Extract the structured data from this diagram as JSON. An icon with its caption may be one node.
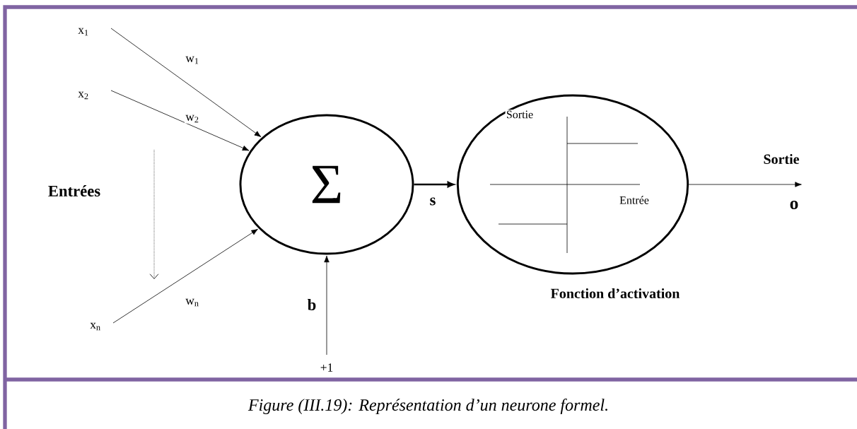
{
  "diagram": {
    "caption": "Figure (III.19): Représentation d’un neurone formel.",
    "nodes": [
      {
        "text": [
          "x$_{1}$"
        ]
      },
      {
        "text": [
          "x$_{2}$"
        ]
      },
      {
        "text": [
          "x$_{n}$"
        ]
      },
      {
        "text": [
          "Σ"
        ]
      },
      {
        "text": [
          "+1"
        ]
      },
      {
        "text": [
          "Sortie",
          "Entrée"
        ],
        "beside": [
          "Fonction d’activation"
        ]
      },
      {
        "text": [
          "o"
        ]
      }
    ],
    "edges": [
      {
        "from": 0,
        "to": 3,
        "arrow": "to",
        "label": "w$_{1}$"
      },
      {
        "from": 1,
        "to": 3,
        "arrow": "to",
        "label": "w$_{2}$"
      },
      {
        "from": 2,
        "to": 3,
        "arrow": "to",
        "label": "w$_{n}$"
      },
      {
        "from": 4,
        "to": 3,
        "arrow": "to",
        "label": "b"
      },
      {
        "from": 3,
        "to": 5,
        "arrow": "to",
        "label": "s",
        "style": "thick"
      },
      {
        "from": 5,
        "to": 6,
        "arrow": "to",
        "label": "Sortie"
      }
    ],
    "labels": [
      "Entrées"
    ]
  }
}
